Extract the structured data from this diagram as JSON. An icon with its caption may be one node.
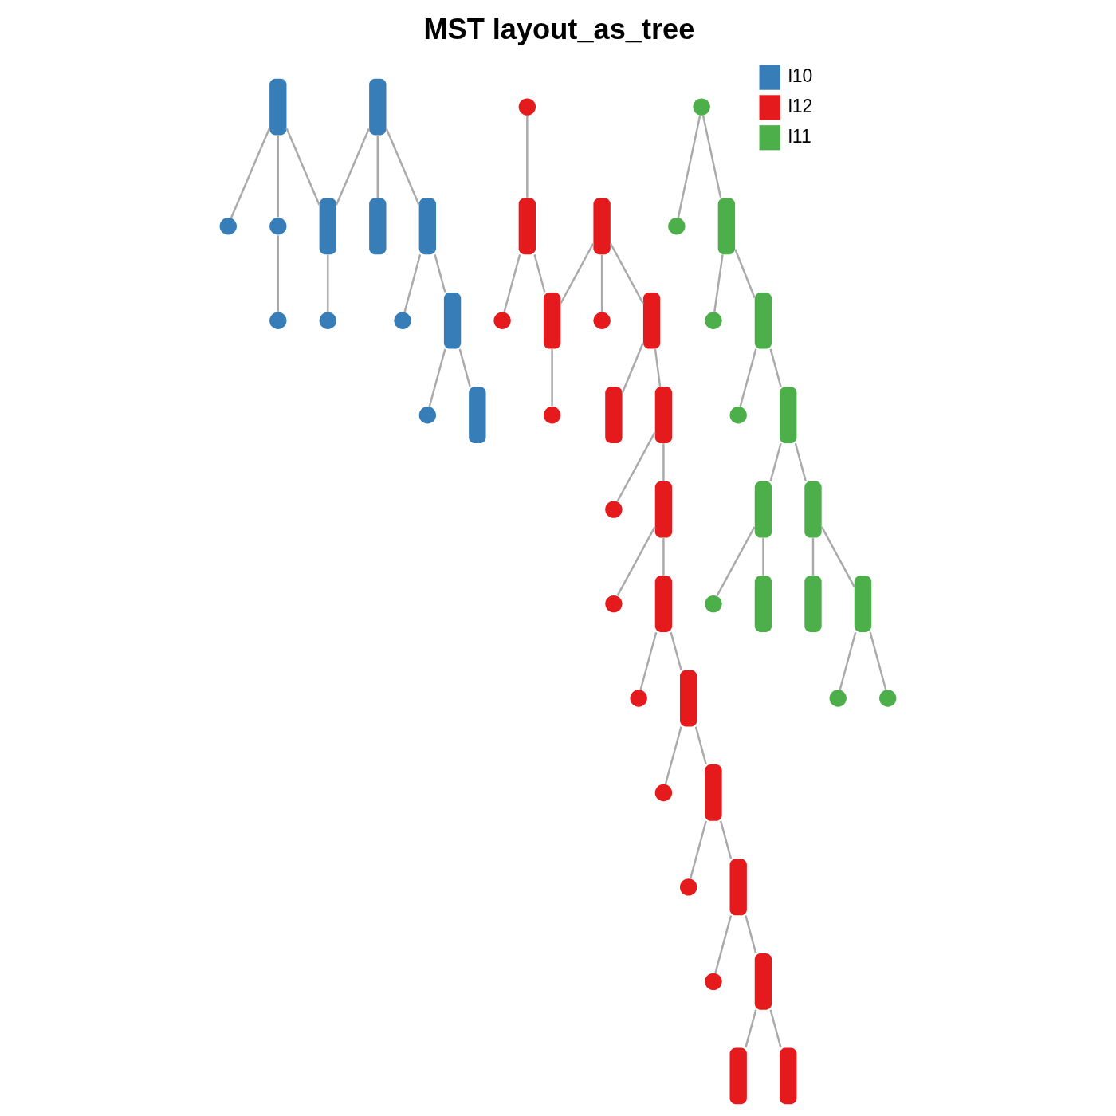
{
  "diagram": {
    "title": "MST layout_as_tree",
    "nodes": [
      {
        "text": [],
        "shape": "circle"
      },
      {
        "text": [],
        "shape": "bar"
      },
      {
        "text": [],
        "shape": "circle"
      },
      {
        "text": [],
        "shape": "circle"
      },
      {
        "text": [],
        "shape": "bar"
      },
      {
        "text": [],
        "shape": "circle"
      },
      {
        "text": [],
        "shape": "bar"
      },
      {
        "text": [],
        "shape": "bar"
      },
      {
        "text": [],
        "shape": "circle"
      },
      {
        "text": [],
        "shape": "bar"
      },
      {
        "text": [],
        "shape": "bar"
      },
      {
        "text": [],
        "shape": "circle"
      },
      {
        "text": [],
        "shape": "bar"
      },
      {
        "text": [],
        "shape": "circle"
      },
      {
        "text": [],
        "shape": "circle"
      },
      {
        "text": [],
        "shape": "circle"
      },
      {
        "text": [],
        "shape": "bar"
      },
      {
        "text": [],
        "shape": "circle"
      },
      {
        "text": [],
        "shape": "bar"
      },
      {
        "text": [],
        "shape": "circle"
      },
      {
        "text": [],
        "shape": "bar"
      },
      {
        "text": [],
        "shape": "circle"
      },
      {
        "text": [],
        "shape": "bar"
      },
      {
        "text": [],
        "shape": "bar"
      },
      {
        "text": [],
        "shape": "bar"
      },
      {
        "text": [],
        "shape": "circle"
      },
      {
        "text": [],
        "shape": "circle"
      },
      {
        "text": [],
        "shape": "bar"
      },
      {
        "text": [],
        "shape": "bar"
      },
      {
        "text": [],
        "shape": "circle"
      },
      {
        "text": [],
        "shape": "bar"
      },
      {
        "text": [],
        "shape": "circle"
      },
      {
        "text": [],
        "shape": "bar"
      },
      {
        "text": [],
        "shape": "circle"
      },
      {
        "text": [],
        "shape": "bar"
      },
      {
        "text": [],
        "shape": "circle"
      },
      {
        "text": [],
        "shape": "bar"
      },
      {
        "text": [],
        "shape": "bar"
      },
      {
        "text": [],
        "shape": "bar"
      },
      {
        "text": [],
        "shape": "bar"
      },
      {
        "text": [],
        "shape": "circle"
      },
      {
        "text": [],
        "shape": "bar"
      },
      {
        "text": [],
        "shape": "circle"
      },
      {
        "text": [],
        "shape": "bar"
      },
      {
        "text": [],
        "shape": "circle"
      },
      {
        "text": [],
        "shape": "bar"
      },
      {
        "text": [],
        "shape": "bar"
      },
      {
        "text": [],
        "shape": "bar"
      },
      {
        "text": [],
        "shape": "bar"
      },
      {
        "text": [],
        "shape": "bar"
      },
      {
        "text": [],
        "shape": "circle"
      },
      {
        "text": [],
        "shape": "circle"
      }
    ],
    "edges": [
      {
        "from": 1,
        "to": 0,
        "arrow": "none"
      },
      {
        "from": 1,
        "to": 2,
        "arrow": "none"
      },
      {
        "from": 2,
        "to": 3,
        "arrow": "none"
      },
      {
        "from": 1,
        "to": 4,
        "arrow": "none"
      },
      {
        "from": 4,
        "to": 5,
        "arrow": "none"
      },
      {
        "from": 6,
        "to": 4,
        "arrow": "none"
      },
      {
        "from": 6,
        "to": 7,
        "arrow": "none"
      },
      {
        "from": 6,
        "to": 9,
        "arrow": "none"
      },
      {
        "from": 9,
        "to": 8,
        "arrow": "none"
      },
      {
        "from": 9,
        "to": 10,
        "arrow": "none"
      },
      {
        "from": 10,
        "to": 11,
        "arrow": "none"
      },
      {
        "from": 10,
        "to": 12,
        "arrow": "none"
      },
      {
        "from": 13,
        "to": 16,
        "arrow": "none"
      },
      {
        "from": 14,
        "to": 15,
        "arrow": "none"
      },
      {
        "from": 14,
        "to": 39,
        "arrow": "none"
      },
      {
        "from": 16,
        "to": 17,
        "arrow": "none"
      },
      {
        "from": 16,
        "to": 18,
        "arrow": "none"
      },
      {
        "from": 18,
        "to": 19,
        "arrow": "none"
      },
      {
        "from": 20,
        "to": 18,
        "arrow": "none"
      },
      {
        "from": 20,
        "to": 21,
        "arrow": "none"
      },
      {
        "from": 20,
        "to": 22,
        "arrow": "none"
      },
      {
        "from": 22,
        "to": 23,
        "arrow": "none"
      },
      {
        "from": 22,
        "to": 24,
        "arrow": "none"
      },
      {
        "from": 24,
        "to": 25,
        "arrow": "none"
      },
      {
        "from": 24,
        "to": 27,
        "arrow": "none"
      },
      {
        "from": 27,
        "to": 26,
        "arrow": "none"
      },
      {
        "from": 27,
        "to": 28,
        "arrow": "none"
      },
      {
        "from": 28,
        "to": 29,
        "arrow": "none"
      },
      {
        "from": 28,
        "to": 30,
        "arrow": "none"
      },
      {
        "from": 30,
        "to": 31,
        "arrow": "none"
      },
      {
        "from": 30,
        "to": 32,
        "arrow": "none"
      },
      {
        "from": 32,
        "to": 33,
        "arrow": "none"
      },
      {
        "from": 32,
        "to": 34,
        "arrow": "none"
      },
      {
        "from": 34,
        "to": 35,
        "arrow": "none"
      },
      {
        "from": 34,
        "to": 36,
        "arrow": "none"
      },
      {
        "from": 36,
        "to": 37,
        "arrow": "none"
      },
      {
        "from": 36,
        "to": 38,
        "arrow": "none"
      },
      {
        "from": 39,
        "to": 40,
        "arrow": "none"
      },
      {
        "from": 39,
        "to": 41,
        "arrow": "none"
      },
      {
        "from": 41,
        "to": 42,
        "arrow": "none"
      },
      {
        "from": 41,
        "to": 43,
        "arrow": "none"
      },
      {
        "from": 43,
        "to": 45,
        "arrow": "none"
      },
      {
        "from": 45,
        "to": 44,
        "arrow": "none"
      },
      {
        "from": 45,
        "to": 46,
        "arrow": "none"
      },
      {
        "from": 43,
        "to": 47,
        "arrow": "none"
      },
      {
        "from": 47,
        "to": 48,
        "arrow": "none"
      },
      {
        "from": 47,
        "to": 49,
        "arrow": "none"
      },
      {
        "from": 49,
        "to": 50,
        "arrow": "none"
      },
      {
        "from": 49,
        "to": 51,
        "arrow": "none"
      }
    ],
    "legend": [
      {
        "text": "l10",
        "color": "#377eb8"
      },
      {
        "text": "l12",
        "color": "#e41a1c"
      },
      {
        "text": "l11",
        "color": "#4daf4a"
      }
    ]
  }
}
